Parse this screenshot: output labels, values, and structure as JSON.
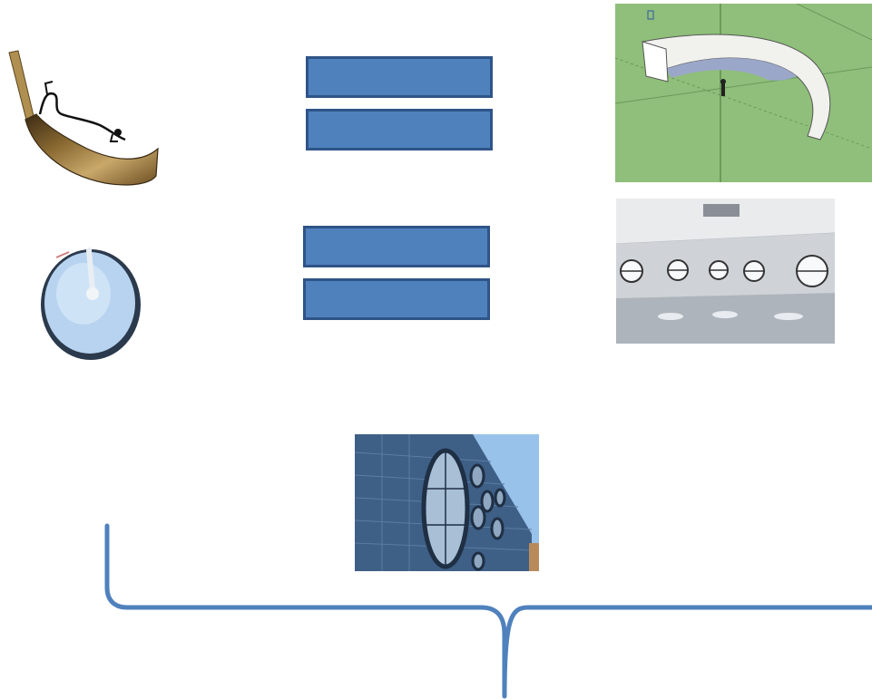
{
  "colors": {
    "background": "#ffffff",
    "equals_fill": "#4f81bd",
    "equals_border": "#2f5487",
    "brace_stroke": "#4f81bd"
  },
  "items": {
    "horn": {
      "icon": "shofar-horn-image"
    },
    "drum": {
      "icon": "round-drum-image"
    },
    "curved_wall_model": {
      "icon": "curved-wall-3d-model-image"
    },
    "interior_room": {
      "icon": "room-with-round-windows-image"
    },
    "building_facade": {
      "icon": "facade-with-round-windows-image"
    }
  },
  "connectors": {
    "top_equals": {
      "icon": "equals-sign"
    },
    "middle_equals": {
      "icon": "equals-sign"
    },
    "bottom_brace": {
      "icon": "curly-brace"
    }
  }
}
